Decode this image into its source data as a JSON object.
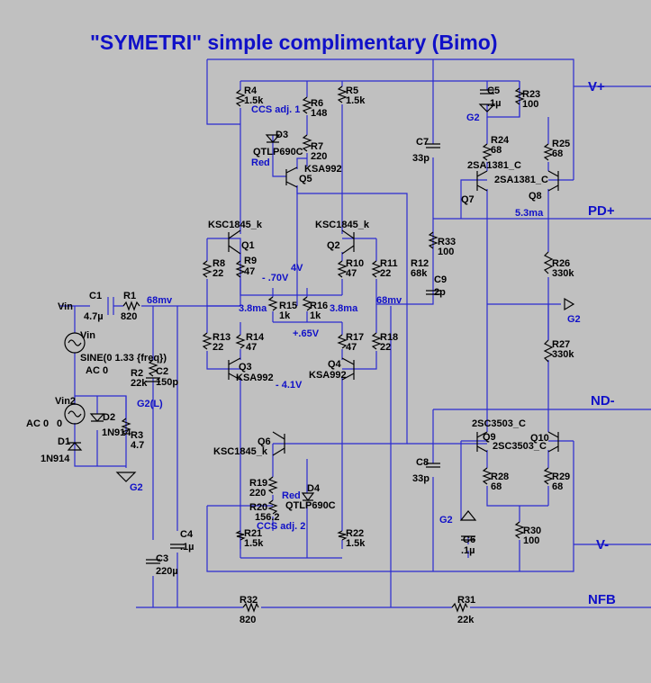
{
  "title": "\"SYMETRI\"  simple complimentary (Bimo)",
  "nets": {
    "vplus": "V+",
    "pdplus": "PD+",
    "ndminus": "ND-",
    "vminus": "V-",
    "nfb": "NFB",
    "g2": "G2",
    "g2l": "G2(L)"
  },
  "source": {
    "vin": "Vin",
    "spec": "SINE(0 1.33 {freq})",
    "ac": "AC 0",
    "vin2": "Vin2",
    "ac2": "AC 0",
    "zero": "0"
  },
  "annotations": {
    "ccs1": "CCS adj. 1",
    "ccs2": "CCS adj. 2",
    "red": "Red",
    "mv68": "68mv",
    "mv68b": "68mv",
    "v070": "- .70V",
    "v4": "4V",
    "v065": "+.65V",
    "v41": "- 4.1V",
    "ma38a": "3.8ma",
    "ma38b": "3.8ma",
    "ma53": "5.3ma"
  },
  "labels": {
    "R1": "R1",
    "R1v": "820",
    "C1": "C1",
    "C1v": "4.7µ",
    "C2": "C2",
    "C2v": "150p",
    "R2": "R2",
    "R2v": "22k",
    "R3": "R3",
    "R3v": "4.7",
    "D1": "D1",
    "D1v": "1N914",
    "D2": "D2",
    "D2v": "1N914",
    "C3": "C3",
    "C3v": "220µ",
    "C4": "C4",
    "C4v": ".1µ",
    "R4": "R4",
    "R4v": "1.5k",
    "R5": "R5",
    "R5v": "1.5k",
    "R6": "R6",
    "R6v": "148",
    "R7": "R7",
    "R7v": "220",
    "D3": "D3",
    "D3v": "QTLP690C",
    "Q5": "Q5",
    "Q5v": "KSA992",
    "Q1": "Q1",
    "Q1v": "KSC1845_k",
    "Q2": "Q2",
    "Q2v": "KSC1845_k",
    "R8": "R8",
    "R8v": "22",
    "R9": "R9",
    "R9v": "47",
    "R10": "R10",
    "R10v": "47",
    "R11": "R11",
    "R11v": "22",
    "R12": "R12",
    "R12v": "68k",
    "R15": "R15",
    "R15v": "1k",
    "R16": "R16",
    "R16v": "1k",
    "R13": "R13",
    "R13v": "22",
    "R14": "R14",
    "R14v": "47",
    "R17": "R17",
    "R17v": "47",
    "R18": "R18",
    "R18v": "22",
    "Q3": "Q3",
    "Q3v": "KSA992",
    "Q4": "Q4",
    "Q4v": "KSA992",
    "Q6": "Q6",
    "Q6v": "KSC1845_k",
    "R19": "R19",
    "R19v": "220",
    "R20": "R20",
    "R20v": "156.2",
    "D4": "D4",
    "D4v": "QTLP690C",
    "R21": "R21",
    "R21v": "1.5k",
    "R22": "R22",
    "R22v": "1.5k",
    "C5": "C5",
    "C5v": ".1µ",
    "R23": "R23",
    "R23v": "100",
    "C7": "C7",
    "C7v": "33p",
    "R24": "R24",
    "R24v": "68",
    "R25": "R25",
    "R25v": "68",
    "Q7": "Q7",
    "Q7v": "2SA1381_C",
    "Q8": "Q8",
    "Q8v": "2SA1381_C",
    "R33": "R33",
    "R33v": "100",
    "C9": "C9",
    "C9v": "2p",
    "R26": "R26",
    "R26v": "330k",
    "R27": "R27",
    "R27v": "330k",
    "Q9": "Q9",
    "Q9v": "2SC3503_C",
    "Q10": "Q10",
    "Q10v": "2SC3503_C",
    "C8": "C8",
    "C8v": "33p",
    "R28": "R28",
    "R28v": "68",
    "R29": "R29",
    "R29v": "68",
    "R30": "R30",
    "R30v": "100",
    "C6": "C6",
    "C6v": ".1µ",
    "R32": "R32",
    "R32v": "820",
    "R31": "R31",
    "R31v": "22k"
  }
}
